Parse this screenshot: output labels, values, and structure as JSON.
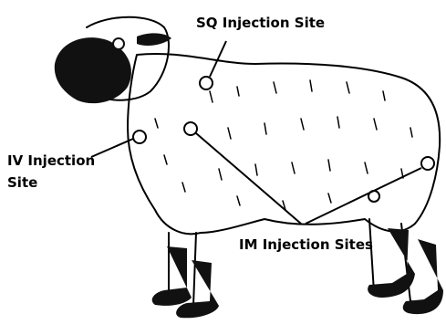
{
  "labels": {
    "sq": "SQ Injection Site",
    "iv_line1": "IV Injection",
    "iv_line2": "Site",
    "im": "IM Injection Sites"
  },
  "colors": {
    "ink": "#000000",
    "background": "#ffffff"
  }
}
